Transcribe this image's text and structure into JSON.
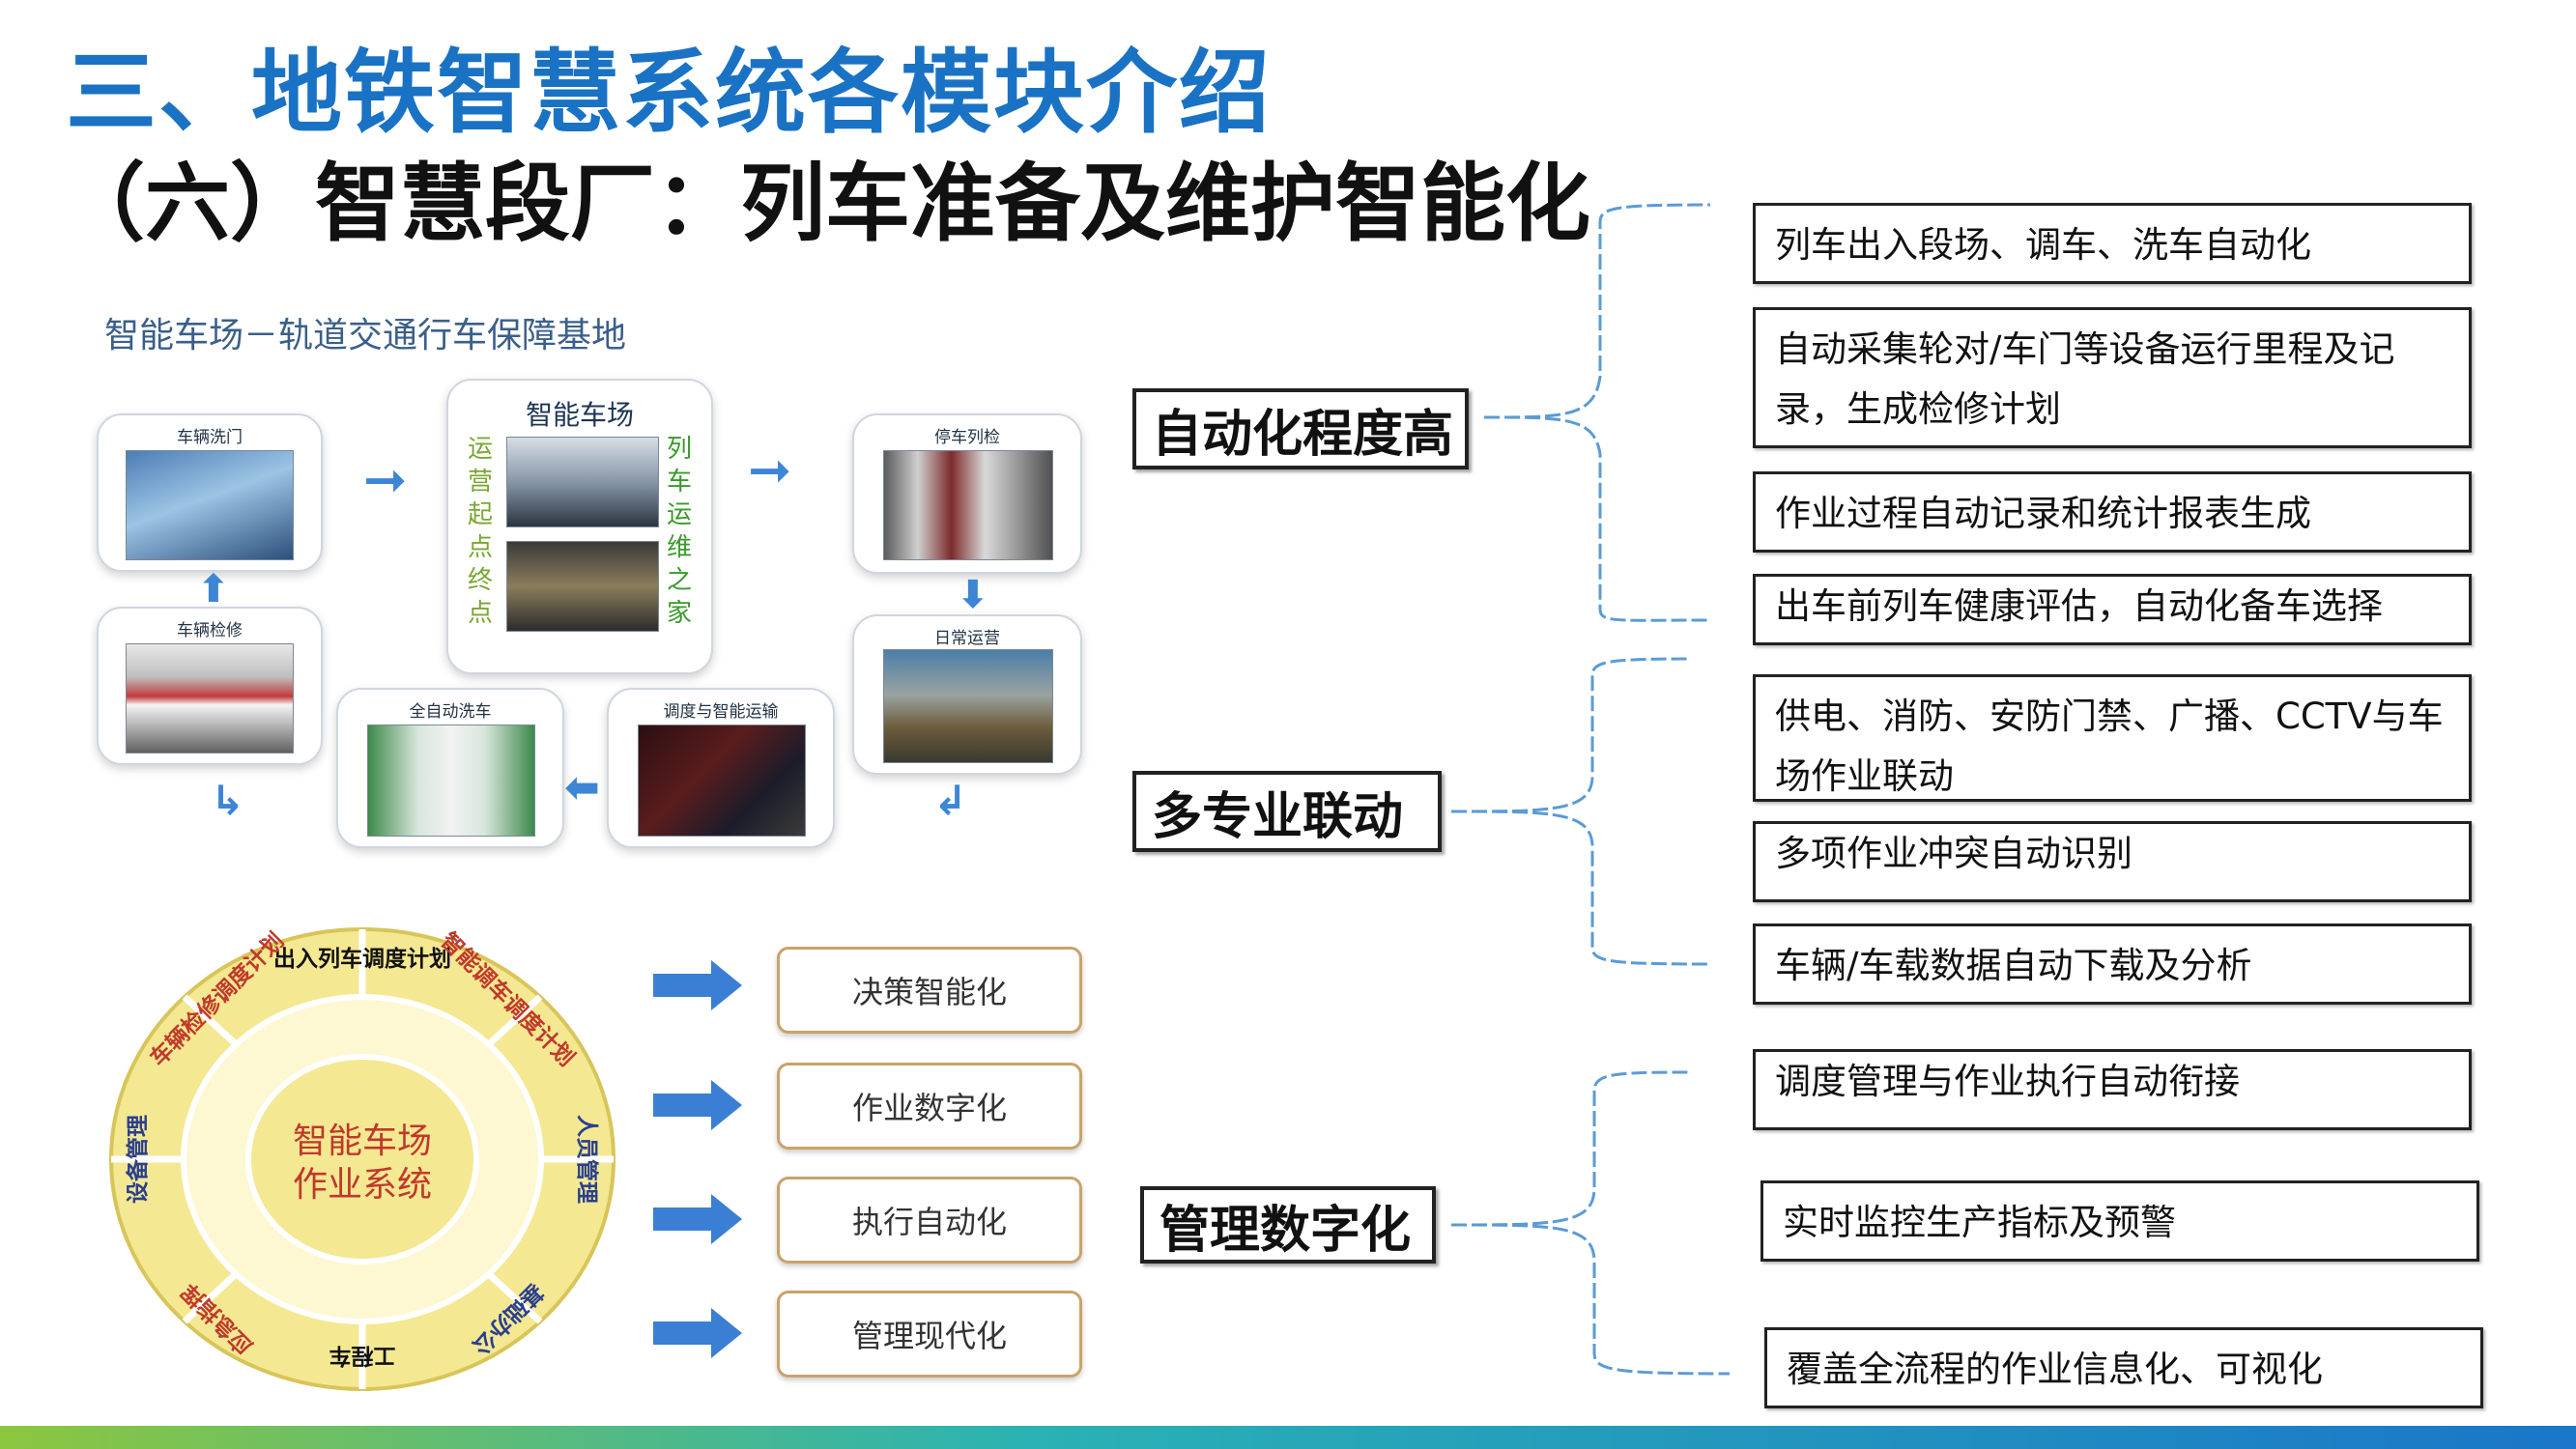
{
  "header": {
    "title": "三、地铁智慧系统各模块介绍",
    "subtitle": "（六）智慧段厂：列车准备及维护智能化"
  },
  "flow": {
    "caption": "智能车场－轨道交通行车保障基地",
    "center_title": "智能车场",
    "left_vertical": "运营起点终点",
    "right_vertical": "列车运维之家",
    "cards": [
      "车辆洗门",
      "车辆检修",
      "停车列检",
      "日常运营",
      "全自动洗车",
      "调度与智能运输"
    ]
  },
  "wheel": {
    "center": [
      "智能车场",
      "作业系统"
    ],
    "segments": [
      "出入列车调度计划",
      "智能调车调度计划",
      "人员管理",
      "基础办公",
      "工程车",
      "应急指挥",
      "设备管理",
      "车辆检修调度计划"
    ]
  },
  "outcomes": [
    "决策智能化",
    "作业数字化",
    "执行自动化",
    "管理现代化"
  ],
  "categories": [
    {
      "label": "自动化程度高",
      "items": [
        "列车出入段场、调车、洗车自动化",
        "自动采集轮对/车门等设备运行里程及记录，生成检修计划",
        "作业过程自动记录和统计报表生成",
        "出车前列车健康评估，自动化备车选择"
      ]
    },
    {
      "label": "多专业联动",
      "items": [
        "供电、消防、安防门禁、广播、CCTV与车场作业联动",
        "多项作业冲突自动识别",
        "车辆/车载数据自动下载及分析"
      ]
    },
    {
      "label": "管理数字化",
      "items": [
        "调度管理与作业执行自动衔接",
        "实时监控生产指标及预警",
        "覆盖全流程的作业信息化、可视化"
      ]
    }
  ],
  "colors": {
    "title_blue": "#1a72c4",
    "connector_blue": "#5b9bd5",
    "wheel_yellow": "#f4e892",
    "wheel_text_red": "#c0392b",
    "arrow_blue": "#3b7fd4",
    "outcome_border": "#c9a36a"
  }
}
